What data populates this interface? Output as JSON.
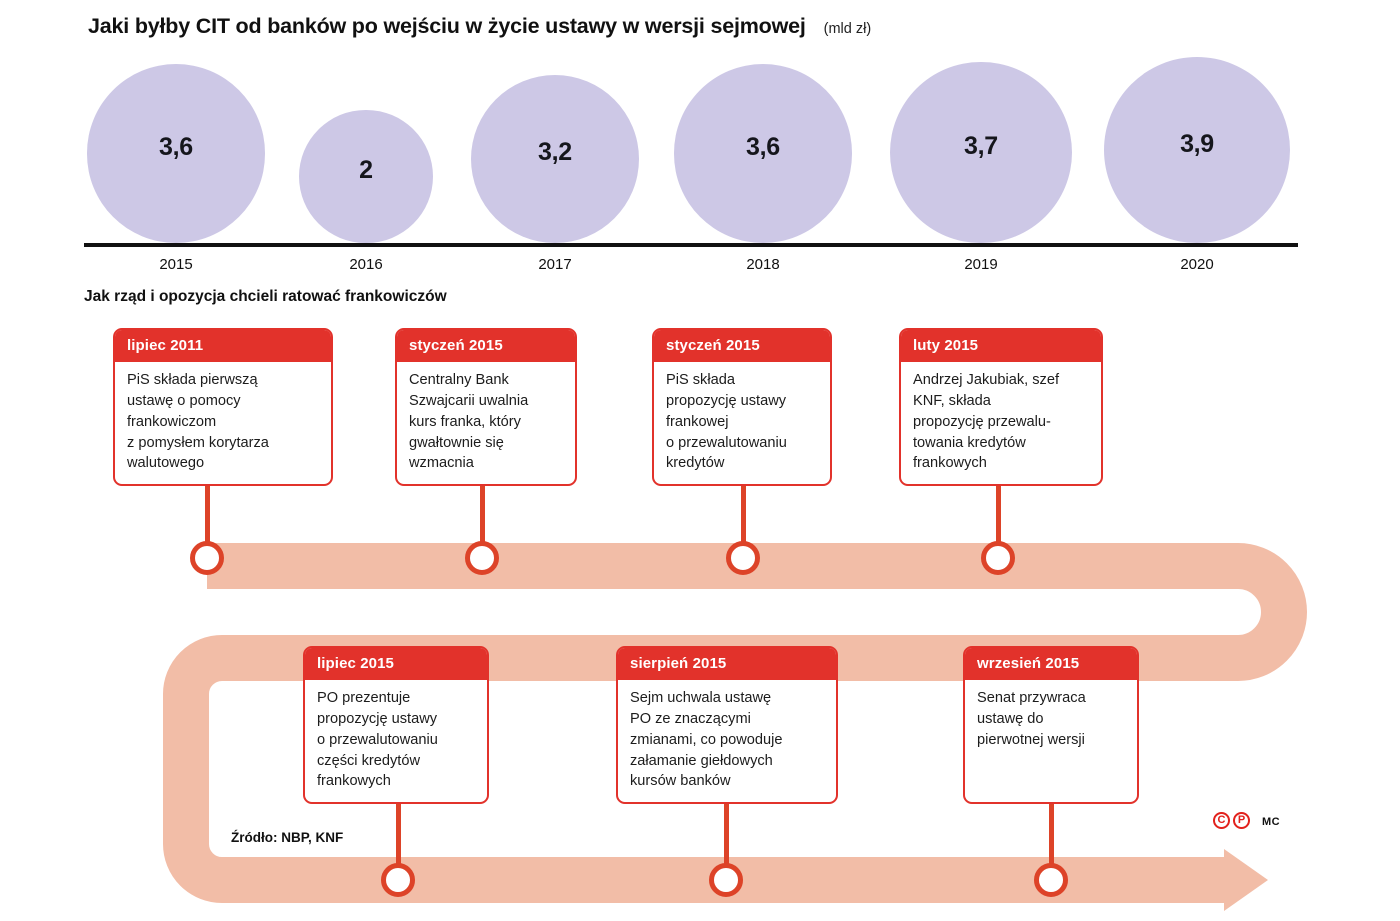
{
  "header": {
    "title": "Jaki byłby CIT od banków po wejściu w życie ustawy w wersji sejmowej",
    "unit": "(mld zł)"
  },
  "sub_title": "Jak rząd i opozycja chcieli ratować frankowiczów",
  "chart_data": {
    "type": "bar",
    "title": "Jaki byłby CIT od banków po wejściu w życie ustawy w wersji sejmowej",
    "subtitle": "",
    "xlabel": "",
    "ylabel": "mld zł",
    "unit": "mld zł",
    "categories": [
      "2015",
      "2016",
      "2017",
      "2018",
      "2019",
      "2020"
    ],
    "values": [
      3.6,
      2,
      3.2,
      3.6,
      3.7,
      3.9
    ],
    "labels": [
      "3,6",
      "2",
      "3,2",
      "3,6",
      "3,7",
      "3,9"
    ],
    "ylim": [
      0,
      3.9
    ],
    "grid": false,
    "legend": "none",
    "bubble_color": "#cdc8e6",
    "note": "values rendered as proportionally sized circles resting on a baseline"
  },
  "timeline": {
    "row_top": [
      {
        "date": "lipiec 2011",
        "text": "PiS składa pierwszą\nustawę o pomocy\nfrankowiczom\nz pomysłem korytarza\nwalutowego"
      },
      {
        "date": "styczeń 2015",
        "text": "Centralny Bank\nSzwajcarii uwalnia\nkurs franka, który\ngwałtownie się\nwzmacnia"
      },
      {
        "date": "styczeń 2015",
        "text": "PiS składa\npropozycję ustawy\nfrankowej\no przewalutowaniu\nkredytów"
      },
      {
        "date": "luty 2015",
        "text": "Andrzej Jakubiak, szef\nKNF, składa\npropozycję przewalu-\ntowania kredytów\nfrankowych"
      }
    ],
    "row_bottom": [
      {
        "date": "lipiec 2015",
        "text": "PO prezentuje\npropozycję ustawy\no przewalutowaniu\nczęści kredytów\nfrankowych"
      },
      {
        "date": "sierpień 2015",
        "text": "Sejm uchwala ustawę\nPO ze znaczącymi\nzmianami, co powoduje\nzałamanie giełdowych\nkursów banków"
      },
      {
        "date": "wrzesień 2015",
        "text": "Senat przywraca\nustawę do\npierwotnej wersji"
      }
    ]
  },
  "footer": {
    "source": "Źródło:  NBP, KNF",
    "logo_c": "C",
    "logo_p": "P",
    "credit": "MC"
  },
  "colors": {
    "bubble": "#cdc8e6",
    "card_red": "#e2322b",
    "ribbon": "#f2bda7",
    "marker_ring": "#dd4328",
    "axis": "#111111"
  }
}
